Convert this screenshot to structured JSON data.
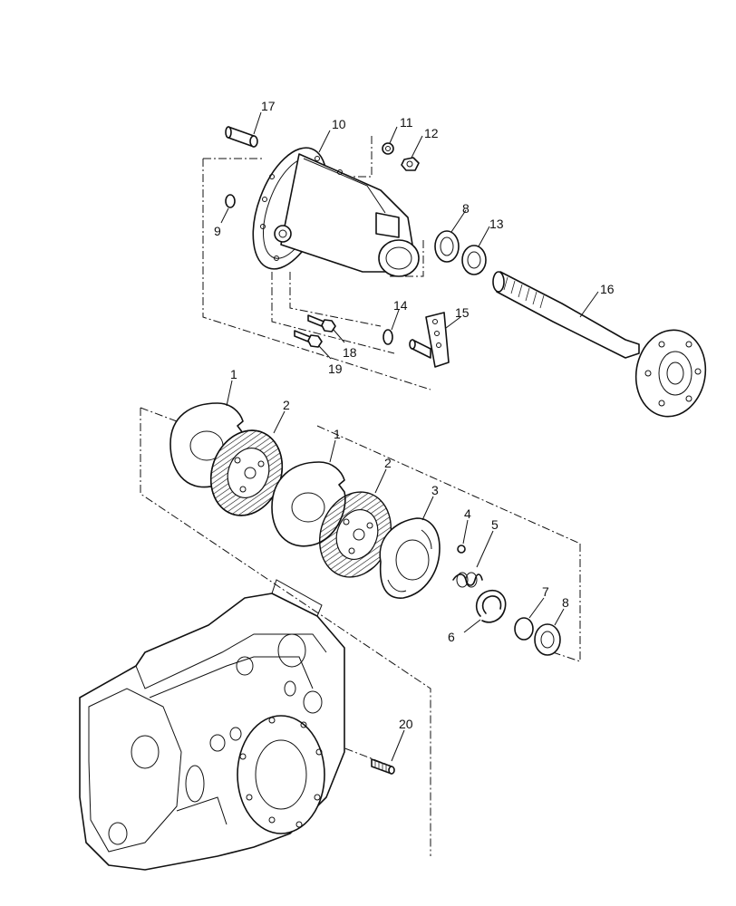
{
  "callouts": {
    "c1a": "1",
    "c1b": "1",
    "c2a": "2",
    "c2b": "2",
    "c3": "3",
    "c4": "4",
    "c5": "5",
    "c6": "6",
    "c7": "7",
    "c8a": "8",
    "c8b": "8",
    "c9": "9",
    "c10": "10",
    "c11": "11",
    "c12": "12",
    "c13": "13",
    "c14": "14",
    "c15": "15",
    "c16": "16",
    "c17": "17",
    "c18": "18",
    "c19": "19",
    "c20": "20"
  }
}
